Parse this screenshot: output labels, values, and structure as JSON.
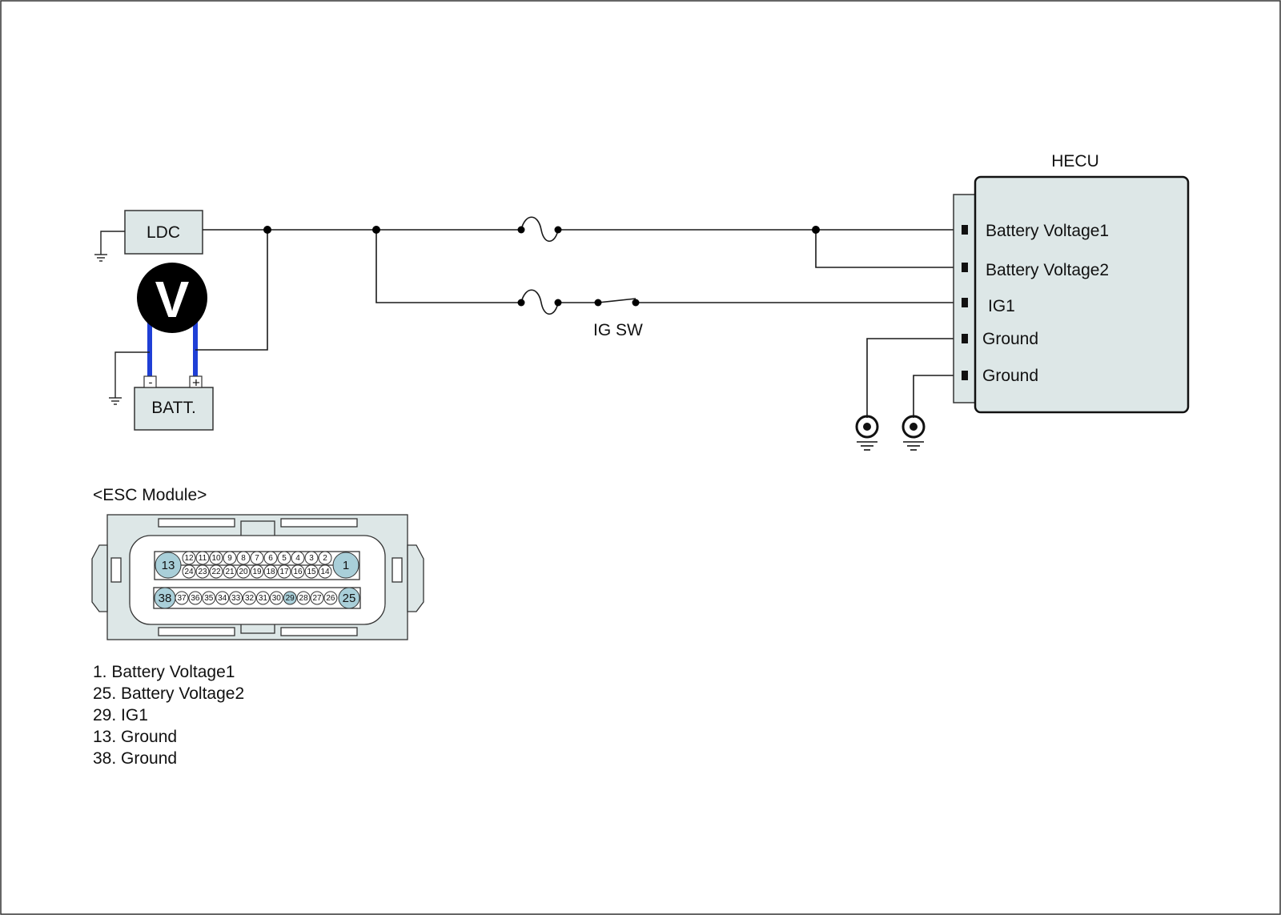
{
  "colors": {
    "wire": "#1a1a1a",
    "panel_fill": "#dde7e7",
    "pin_highlight": "#a9cfd9",
    "voltmeter_lead": "#1f3fd6",
    "voltmeter_body": "#000000"
  },
  "components": {
    "ldc": "LDC",
    "battery": "BATT.",
    "battery_minus": "-",
    "battery_plus": "+",
    "voltmeter": "V",
    "ig_switch": "IG SW"
  },
  "hecu": {
    "title": "HECU",
    "terminals": [
      {
        "label": "Battery Voltage1"
      },
      {
        "label": "Battery Voltage2"
      },
      {
        "label": "IG1"
      },
      {
        "label": "Ground"
      },
      {
        "label": "Ground"
      }
    ]
  },
  "connector": {
    "title": "<ESC Module>",
    "row1": [
      "13",
      "12",
      "11",
      "10",
      "9",
      "8",
      "7",
      "6",
      "5",
      "4",
      "3",
      "2",
      "1"
    ],
    "row2": [
      "24",
      "23",
      "22",
      "21",
      "20",
      "19",
      "18",
      "17",
      "16",
      "15",
      "14"
    ],
    "row3": [
      "38",
      "37",
      "36",
      "35",
      "34",
      "33",
      "32",
      "31",
      "30",
      "29",
      "28",
      "27",
      "26",
      "25"
    ],
    "highlighted": [
      "1",
      "13",
      "25",
      "29",
      "38"
    ]
  },
  "pin_legend": [
    "1. Battery Voltage1",
    "25. Battery Voltage2",
    "29. IG1",
    "13. Ground",
    "38. Ground"
  ]
}
